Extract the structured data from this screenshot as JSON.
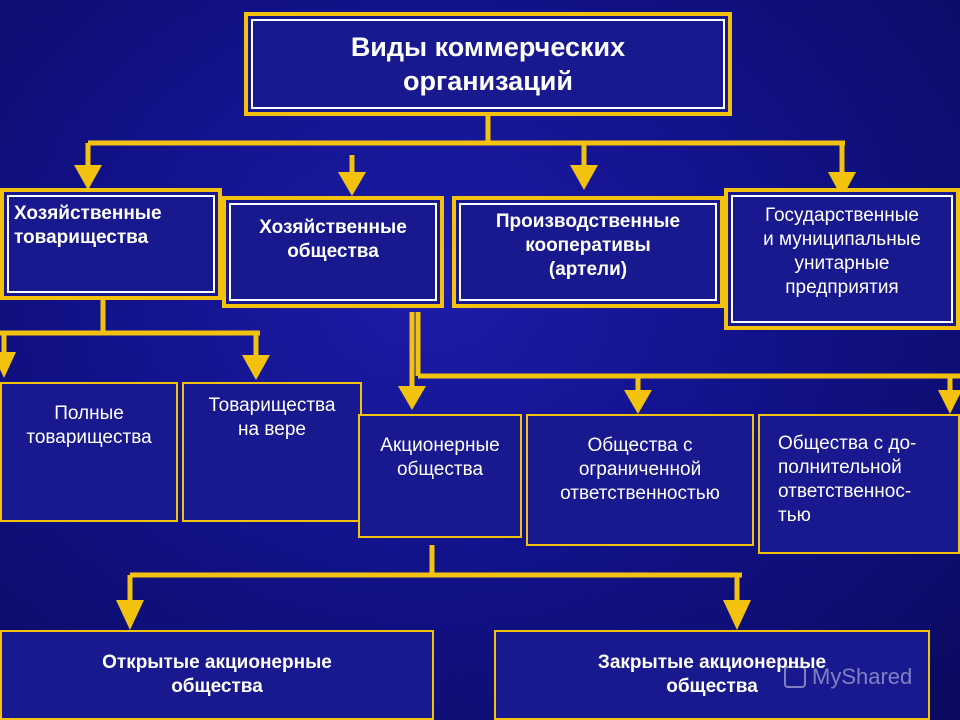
{
  "title": "Виды коммерческих\nорганизаций",
  "level1": {
    "partnerships": "Хозяйственные\nтоварищества",
    "companies": "Хозяйственные\nобщества",
    "cooperatives": "Производственные\nкооперативы\n(артели)",
    "unitary": "Государственные\nи муниципальные\nунитарные\nпредприятия"
  },
  "level2": {
    "full": "Полные\nтоварищества",
    "limited_partnership": "Товарищества\nна вере",
    "joint_stock": "Акционерные\nобщества",
    "llc": "Общества с\nограниченной\nответственностью",
    "alc": "Общества с до-\nполнительной\nответственнос-\nтью"
  },
  "level3": {
    "open": "Открытые акционерные\nобщества",
    "closed": "Закрытые акционерные\nобщества"
  },
  "watermark": "MyShared",
  "colors": {
    "connector": "#f2c20f",
    "box_border": "#f2c20f",
    "box_fill": "#18188f",
    "text": "#ffffff"
  }
}
